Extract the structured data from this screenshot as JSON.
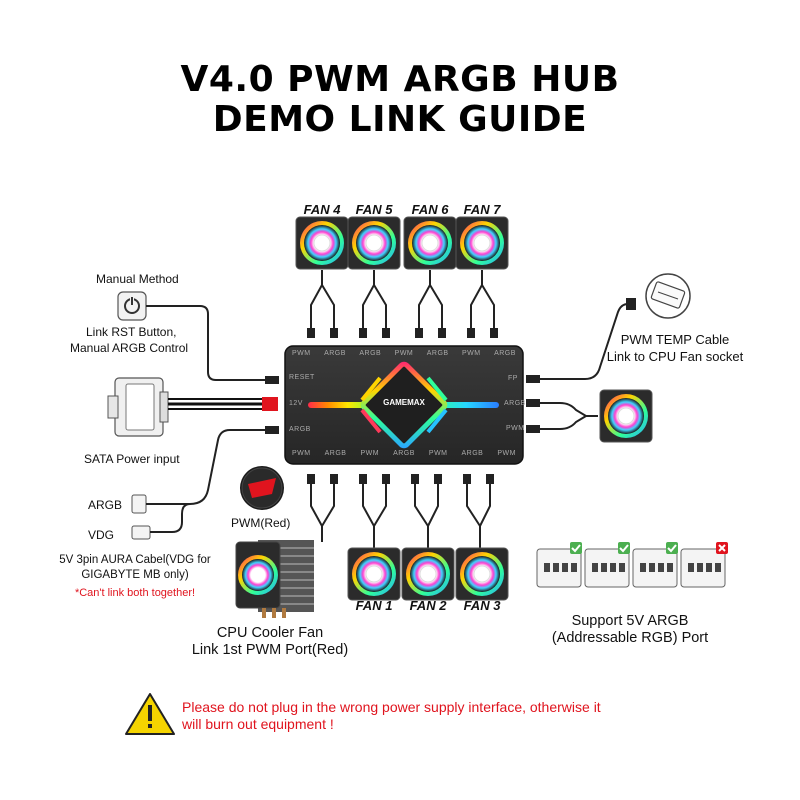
{
  "title": {
    "line1": "V4.0 PWM ARGB HUB",
    "line2": "DEMO LINK GUIDE"
  },
  "fans_top": [
    "FAN 4",
    "FAN 5",
    "FAN 6",
    "FAN 7"
  ],
  "fans_bottom": [
    "FAN 1",
    "FAN 2",
    "FAN 3"
  ],
  "hub": {
    "brand": "GAMEMAX",
    "top_ports": [
      "PWM",
      "ARGB",
      "ARGB",
      "PWM",
      "ARGB",
      "PWM",
      "ARGB"
    ],
    "bottom_ports": [
      "PWM",
      "ARGB",
      "PWM",
      "ARGB",
      "PWM",
      "ARGB",
      "PWM"
    ],
    "left_ports": [
      "RESET",
      "12V",
      "ARGB"
    ],
    "right_ports": [
      "FP",
      "ARGB",
      "PWM"
    ]
  },
  "manual": {
    "heading": "Manual Method",
    "line1": "Link RST Button,",
    "line2": "Manual ARGB Control"
  },
  "sata": {
    "label": "SATA Power input"
  },
  "argb_label": "ARGB",
  "vdg_label": "VDG",
  "aura": {
    "line1": "5V 3pin AURA Cabel(VDG for",
    "line2": "GIGABYTE MB only)",
    "warning": "*Can't link both together!"
  },
  "pwm_red": "PWM(Red)",
  "cpu_cooler": {
    "line1": "CPU Cooler Fan",
    "line2": "Link 1st PWM Port(Red)"
  },
  "pwm_temp": {
    "line1": "PWM TEMP Cable",
    "line2": "Link to CPU Fan socket"
  },
  "support": {
    "line1": "Support 5V ARGB",
    "line2": "(Addressable RGB) Port"
  },
  "footer": {
    "line1": "Please do not plug in the wrong power supply interface, otherwise it",
    "line2": "will burn out equipment !",
    "icon": "warning-icon"
  },
  "colors": {
    "accent_red": "#e0141e",
    "hub_body": "#2e2e2e",
    "check_green": "#4caf50",
    "warning_yellow": "#f5d400"
  }
}
